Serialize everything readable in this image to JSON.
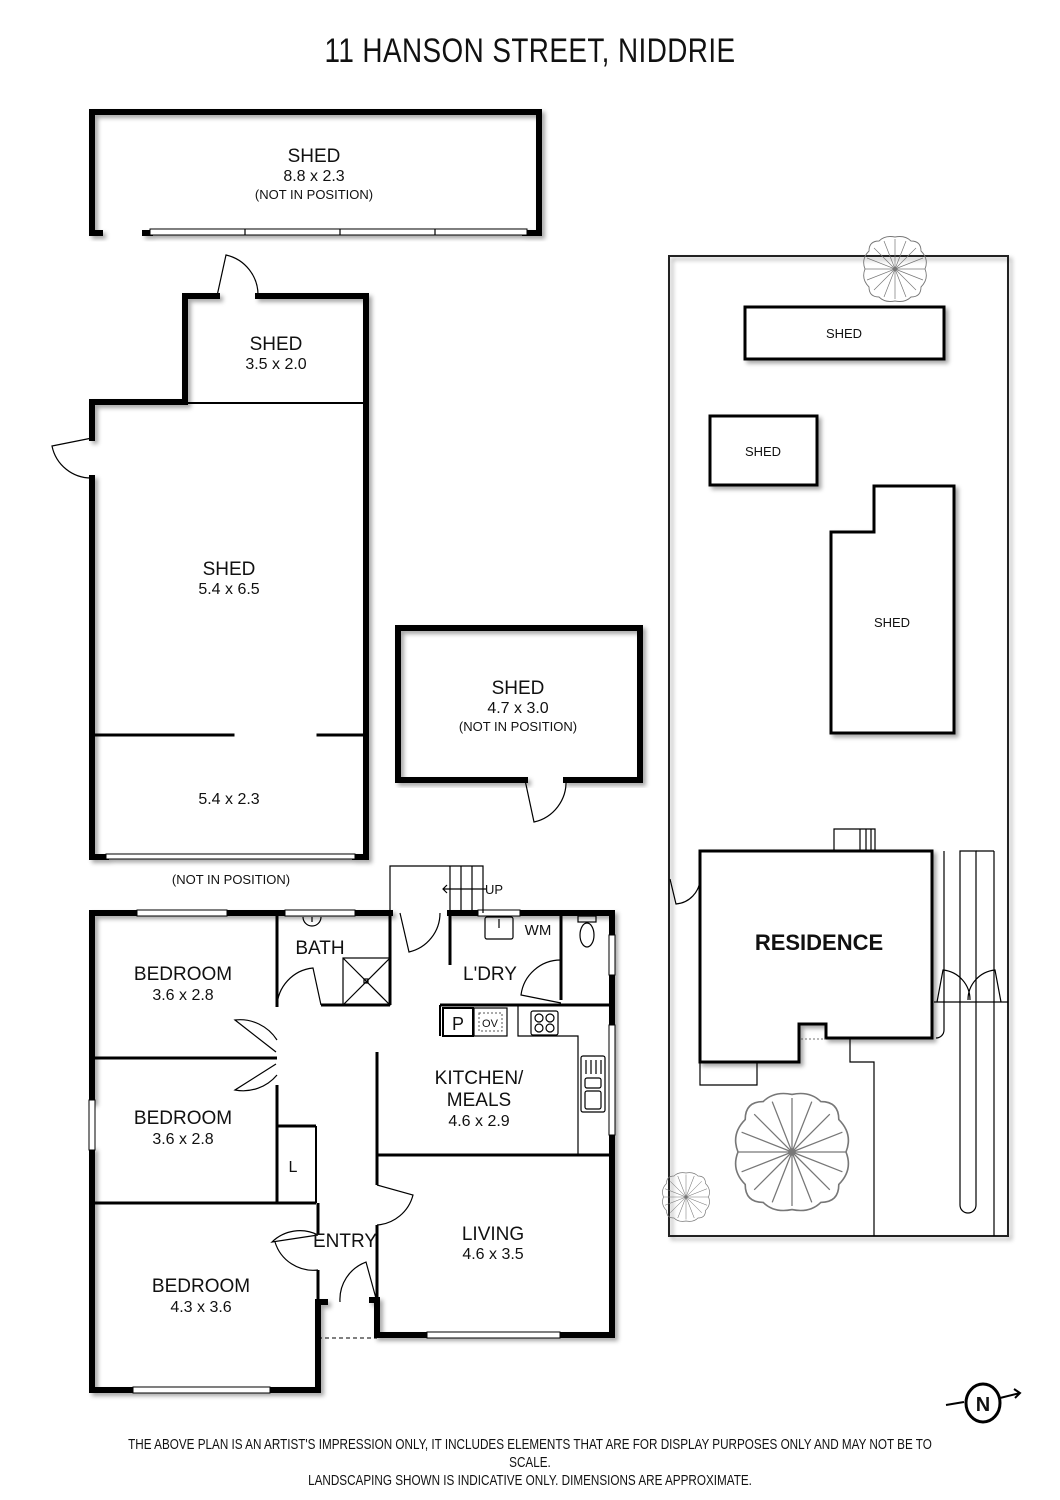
{
  "title": "11 HANSON STREET, NIDDRIE",
  "sheds": {
    "shed_long": {
      "name": "SHED",
      "dims": "8.8 x 2.3",
      "note": "(NOT IN POSITION)"
    },
    "shed_small": {
      "name": "SHED",
      "dims": "3.5 x 2.0"
    },
    "shed_large": {
      "name": "SHED",
      "dims": "5.4 x 6.5"
    },
    "shed_large_annex": {
      "dims": "5.4 x 2.3",
      "note": "(NOT IN POSITION)"
    },
    "shed_mid": {
      "name": "SHED",
      "dims": "4.7 x 3.0",
      "note": "(NOT IN POSITION)"
    }
  },
  "house": {
    "bedroom_1": {
      "name": "BEDROOM",
      "dims": "3.6 x 2.8"
    },
    "bedroom_2": {
      "name": "BEDROOM",
      "dims": "3.6 x 2.8"
    },
    "bedroom_3": {
      "name": "BEDROOM",
      "dims": "4.3 x 3.6"
    },
    "bath": {
      "name": "BATH"
    },
    "laundry": {
      "name": "L'DRY",
      "wm": "WM"
    },
    "kitchen": {
      "name_line1": "KITCHEN/",
      "name_line2": "MEALS",
      "dims": "4.6 x 2.9",
      "pantry": "P",
      "oven": "OV"
    },
    "linen": {
      "name": "L"
    },
    "entry": {
      "name": "ENTRY"
    },
    "living": {
      "name": "LIVING",
      "dims": "4.6 x 3.5"
    },
    "stairs_label": "UP"
  },
  "site_plan": {
    "shed_a": "SHED",
    "shed_b": "SHED",
    "shed_c": "SHED",
    "residence": "RESIDENCE"
  },
  "compass": {
    "label": "N"
  },
  "footer": {
    "line1": "THE ABOVE PLAN IS AN ARTIST'S IMPRESSION ONLY, IT INCLUDES ELEMENTS THAT ARE FOR DISPLAY PURPOSES ONLY AND MAY NOT BE TO SCALE.",
    "line2": "LANDSCAPING SHOWN IS INDICATIVE ONLY. DIMENSIONS ARE APPROXIMATE."
  }
}
